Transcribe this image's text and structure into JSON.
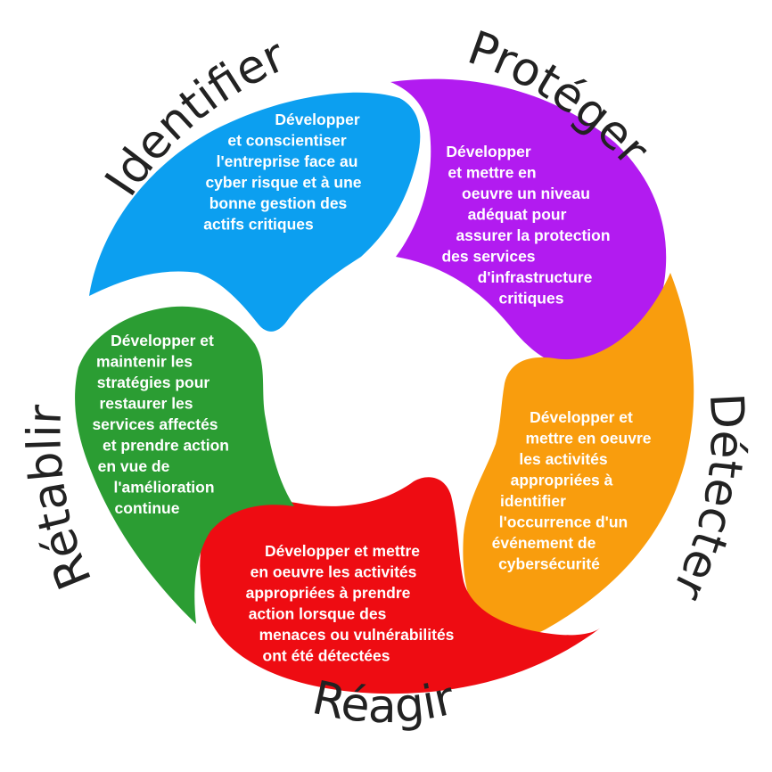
{
  "segments": [
    {
      "id": "identifier",
      "title": "Identifier",
      "color": "#0c9ff0",
      "lines": [
        "Développer",
        "et conscientiser",
        "l'entreprise face au",
        "cyber risque et à une",
        "bonne gestion des",
        "actifs critiques"
      ]
    },
    {
      "id": "proteger",
      "title": "Protéger",
      "color": "#b21bf0",
      "lines": [
        "Développer",
        "et mettre en",
        "oeuvre un niveau",
        "adéquat pour",
        "assurer la protection",
        "des services",
        "d'infrastructure",
        "critiques"
      ]
    },
    {
      "id": "detecter",
      "title": "Détecter",
      "color": "#f99d0d",
      "lines": [
        "Développer et",
        "mettre en oeuvre",
        "les activités",
        "appropriées à",
        "identifier",
        "l'occurrence d'un",
        "événement  de",
        "cybersécurité"
      ]
    },
    {
      "id": "reagir",
      "title": "Réagir",
      "color": "#ee0c12",
      "lines": [
        "Développer et mettre",
        "en oeuvre les activités",
        "appropriées à prendre",
        "action lorsque des",
        "menaces ou vulnérabilités",
        "ont été détectées"
      ]
    },
    {
      "id": "retablir",
      "title": "Rétablir",
      "color": "#2b9d33",
      "lines": [
        "Développer et",
        "maintenir les",
        "stratégies pour",
        "restaurer les",
        "services affectés",
        "et prendre action",
        "en vue de",
        "l'amélioration",
        "continue"
      ]
    }
  ]
}
